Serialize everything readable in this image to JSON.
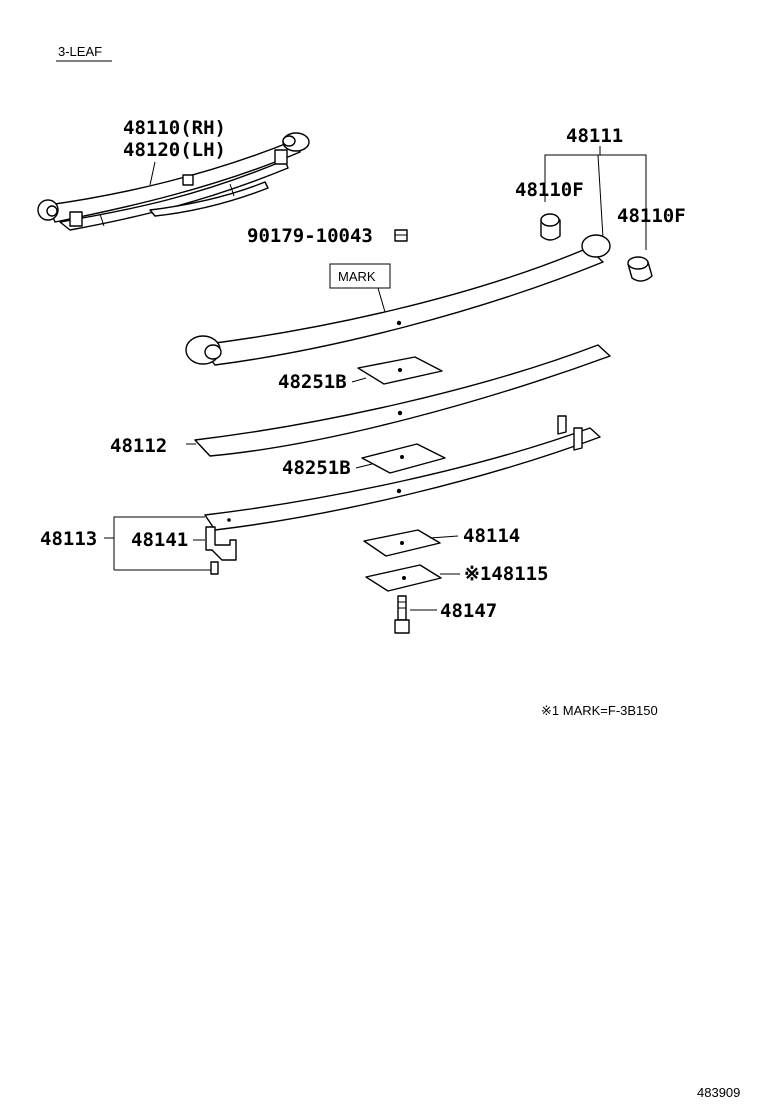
{
  "header": {
    "variant_label": "3-LEAF"
  },
  "callouts": {
    "spring_rh": "48110(RH)",
    "spring_lh": "48120(LH)",
    "leaf_main": "48111",
    "bushing_left": "48110F",
    "bushing_right": "48110F",
    "nut": "90179-10043",
    "mark_box": "MARK",
    "insert_upper": "48251B",
    "leaf_second": "48112",
    "insert_lower": "48251B",
    "leaf_third_group": "48113",
    "clip": "48141",
    "pad": "48114",
    "spacer": "※148115",
    "center_bolt": "48147"
  },
  "footnote": "※1 MARK=F-3B150",
  "figure_id": "483909"
}
